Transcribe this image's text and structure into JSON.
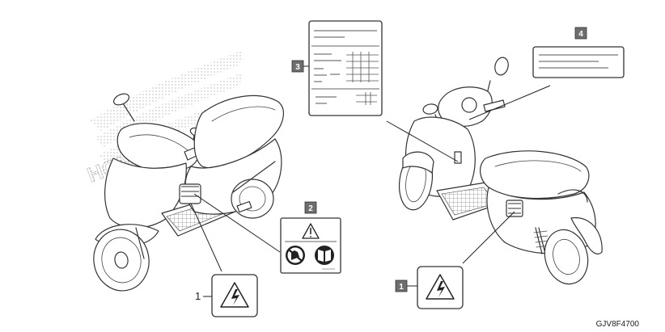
{
  "diagram": {
    "callouts": [
      {
        "id": "callout-1-left",
        "label": "1"
      },
      {
        "id": "callout-1-right",
        "label": "1"
      },
      {
        "id": "callout-2",
        "label": "2"
      },
      {
        "id": "callout-3",
        "label": "3"
      },
      {
        "id": "callout-4",
        "label": "4"
      }
    ],
    "drawing_code": "GJV8F4700",
    "watermark_text": "HONDA",
    "icons": {
      "label_1": "electric-hazard-warning-icon",
      "label_2_top": "warning-triangle-icon",
      "label_2_left": "no-touch-prohibition-icon",
      "label_2_right": "read-manual-icon"
    }
  }
}
